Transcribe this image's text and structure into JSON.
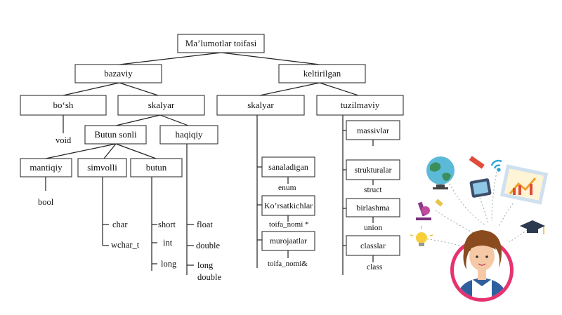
{
  "diagram": {
    "root": "Ma’lumotlar toifasi",
    "base": "bazaviy",
    "derived": "keltirilgan",
    "empty": "bo‘sh",
    "void": "void",
    "scalar_left": "skalyar",
    "scalar_right": "skalyar",
    "structured": "tuzilmaviy",
    "integer": "Butun sonli",
    "real": "haqiqiy",
    "logical": "mantiqiy",
    "symbolic": "simvolli",
    "whole": "butun",
    "bool": "bool",
    "char": "char",
    "wchar": "wchar_t",
    "short": "short",
    "int": "int",
    "long": "long",
    "float": "float",
    "double": "double",
    "long_double_1": "long",
    "long_double_2": "double",
    "enumerable": "sanaladigan",
    "enum": "enum",
    "pointers": "Ko’rsatkichlar",
    "pointer_syntax": "toifa_nomi *",
    "references": "murojaatlar",
    "reference_syntax": "toifa_nomi&",
    "arrays": "massivlar",
    "structures": "strukturalar",
    "struct": "struct",
    "unions": "birlashma",
    "union": "union",
    "classes": "classlar",
    "class": "class"
  },
  "colors": {
    "line": "#222222",
    "box_border": "#333333",
    "accent_pink": "#e6336f",
    "skin": "#f6c9a6",
    "hair": "#8a4b1e",
    "dress": "#2f5f9e"
  }
}
